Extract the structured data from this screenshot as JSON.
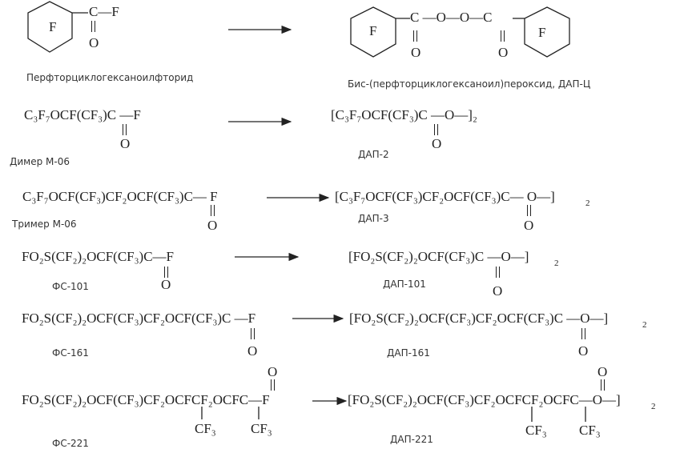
{
  "reactions": [
    {
      "reactant": {
        "ring": "F",
        "group": "C—F",
        "oxygen": "O",
        "label": "Перфторциклогексаноилфторид"
      },
      "product": {
        "ring_left": "F",
        "chain": "C —O—O—C",
        "oxygen_left": "O",
        "oxygen_right": "O",
        "ring_right": "F",
        "label": "Бис-(перфторциклогексаноил)пероксид, ДАП-Ц"
      }
    },
    {
      "reactant": {
        "formula": "C₃F₇OCF(CF₃)C —F",
        "oxygen": "O",
        "label": "Димер М-06"
      },
      "product": {
        "formula": "[C₃F₇OCF(CF₃)C —O—]₂",
        "oxygen": "O",
        "label": "ДАП-2"
      }
    },
    {
      "reactant": {
        "formula": "C₃F₇OCF(CF₃)CF₂OCF(CF₃)C— F",
        "oxygen": "O",
        "label": "Тример  М-06"
      },
      "product": {
        "formula": "[C₃F₇OCF(CF₃)CF₂OCF(CF₃)C— O—]",
        "subscript": "2",
        "oxygen": "O",
        "label": "ДАП-3"
      }
    },
    {
      "reactant": {
        "formula": "FO₂S(CF₂)₂OCF(CF₃)C—F",
        "oxygen": "O",
        "label": "ФС-101"
      },
      "product": {
        "formula": "[FO₂S(CF₂)₂OCF(CF₃)C —O—]",
        "subscript": "2",
        "oxygen": "O",
        "label": "ДАП-101"
      }
    },
    {
      "reactant": {
        "formula": "FO₂S(CF₂)₂OCF(CF₃)CF₂OCF(CF₃)C —F",
        "oxygen": "O",
        "label": "ФС-161"
      },
      "product": {
        "formula": "[FO₂S(CF₂)₂OCF(CF₃)CF₂OCF(CF₃)C —O—]",
        "subscript": "2",
        "oxygen": "O",
        "label": "ДАП-161"
      }
    },
    {
      "reactant": {
        "formula": "FO₂S(CF₂)₂OCF(CF₃)CF₂OCFCF₂OCFC—F",
        "oxygen": "O",
        "branch1": "CF₃",
        "branch2": "CF₃",
        "label": "ФС-221"
      },
      "product": {
        "formula": "[FO₂S(CF₂)₂OCF(CF₃)CF₂OCFCF₂OCFC—O—]",
        "subscript": "2",
        "oxygen": "O",
        "branch1": "CF₃",
        "branch2": "CF₃",
        "label": "ДАП-221"
      }
    }
  ]
}
